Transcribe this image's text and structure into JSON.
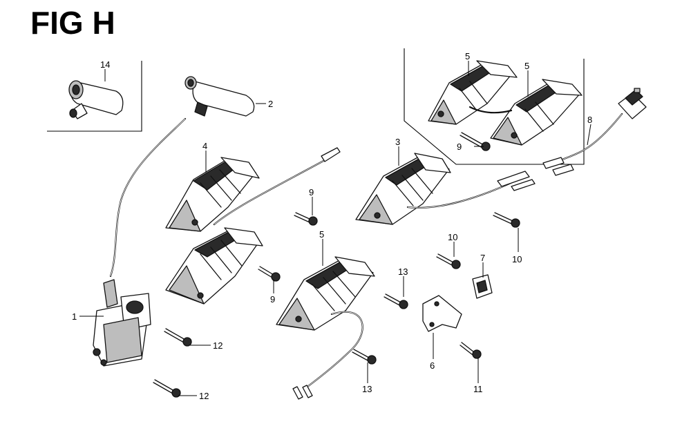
{
  "figure": {
    "title": "FIG H"
  },
  "callouts": [
    {
      "id": "c14",
      "text": "14"
    },
    {
      "id": "c2",
      "text": "2"
    },
    {
      "id": "c4",
      "text": "4"
    },
    {
      "id": "c9a",
      "text": "9"
    },
    {
      "id": "c9b",
      "text": "9"
    },
    {
      "id": "c9c",
      "text": "9"
    },
    {
      "id": "c3",
      "text": "3"
    },
    {
      "id": "c5a",
      "text": "5"
    },
    {
      "id": "c5b",
      "text": "5"
    },
    {
      "id": "c5c",
      "text": "5"
    },
    {
      "id": "c8",
      "text": "8"
    },
    {
      "id": "c10a",
      "text": "10"
    },
    {
      "id": "c10b",
      "text": "10"
    },
    {
      "id": "c7",
      "text": "7"
    },
    {
      "id": "c13a",
      "text": "13"
    },
    {
      "id": "c13b",
      "text": "13"
    },
    {
      "id": "c6",
      "text": "6"
    },
    {
      "id": "c11",
      "text": "11"
    },
    {
      "id": "c1",
      "text": "1"
    },
    {
      "id": "c12a",
      "text": "12"
    },
    {
      "id": "c12b",
      "text": "12"
    }
  ]
}
